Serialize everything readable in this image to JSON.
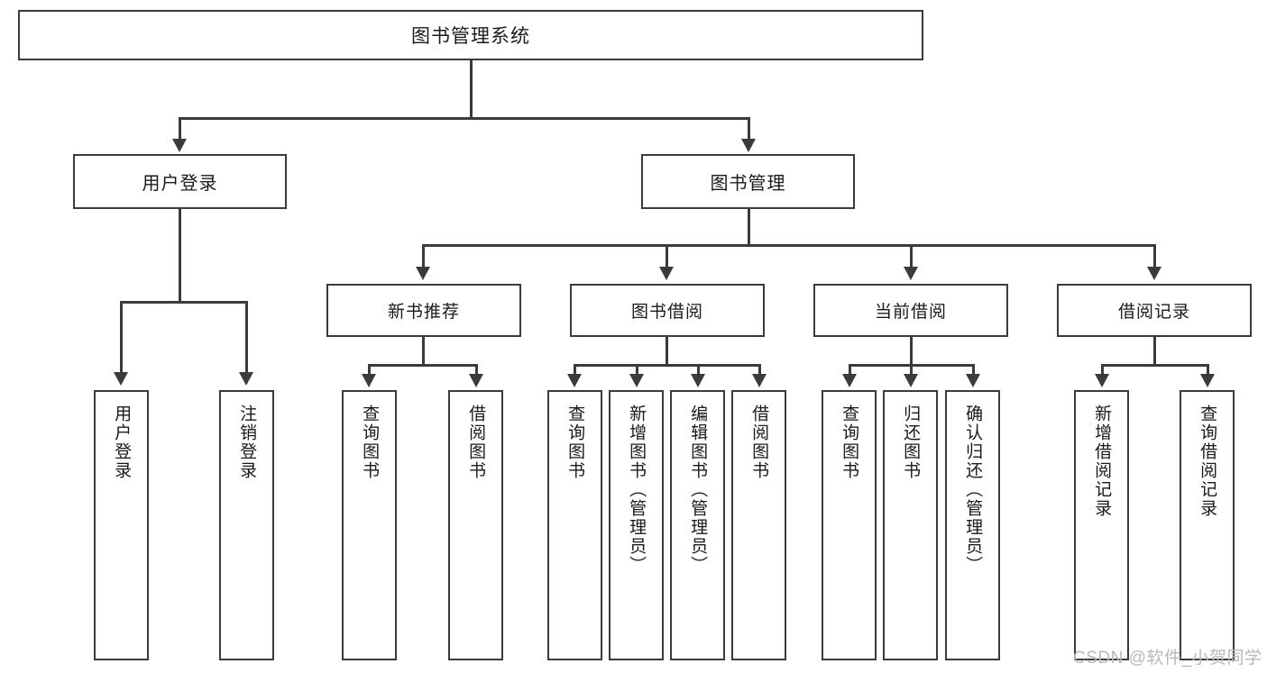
{
  "diagram": {
    "title": "图书管理系统",
    "type": "hierarchy-tree",
    "root": {
      "label": "图书管理系统"
    },
    "level2": [
      {
        "label": "用户登录"
      },
      {
        "label": "图书管理"
      }
    ],
    "level3": [
      {
        "label": "新书推荐"
      },
      {
        "label": "图书借阅"
      },
      {
        "label": "当前借阅"
      },
      {
        "label": "借阅记录"
      }
    ],
    "leaves": {
      "user_login": [
        {
          "label": "用户登录"
        },
        {
          "label": "注销登录"
        }
      ],
      "new_book_recommend": [
        {
          "label": "查询图书"
        },
        {
          "label": "借阅图书"
        }
      ],
      "book_borrow": [
        {
          "label": "查询图书"
        },
        {
          "label": "新增图书（管理员）"
        },
        {
          "label": "编辑图书（管理员）"
        },
        {
          "label": "借阅图书"
        }
      ],
      "current_borrow": [
        {
          "label": "查询图书"
        },
        {
          "label": "归还图书"
        },
        {
          "label": "确认归还（管理员）"
        }
      ],
      "borrow_record": [
        {
          "label": "新增借阅记录"
        },
        {
          "label": "查询借阅记录"
        }
      ]
    }
  },
  "watermark": {
    "text": "CSDN @软件_小贺同学"
  },
  "colors": {
    "border": "#3b3b3b",
    "background": "#ffffff",
    "text": "#1a1a1a",
    "watermark": "#b8b8b8"
  }
}
